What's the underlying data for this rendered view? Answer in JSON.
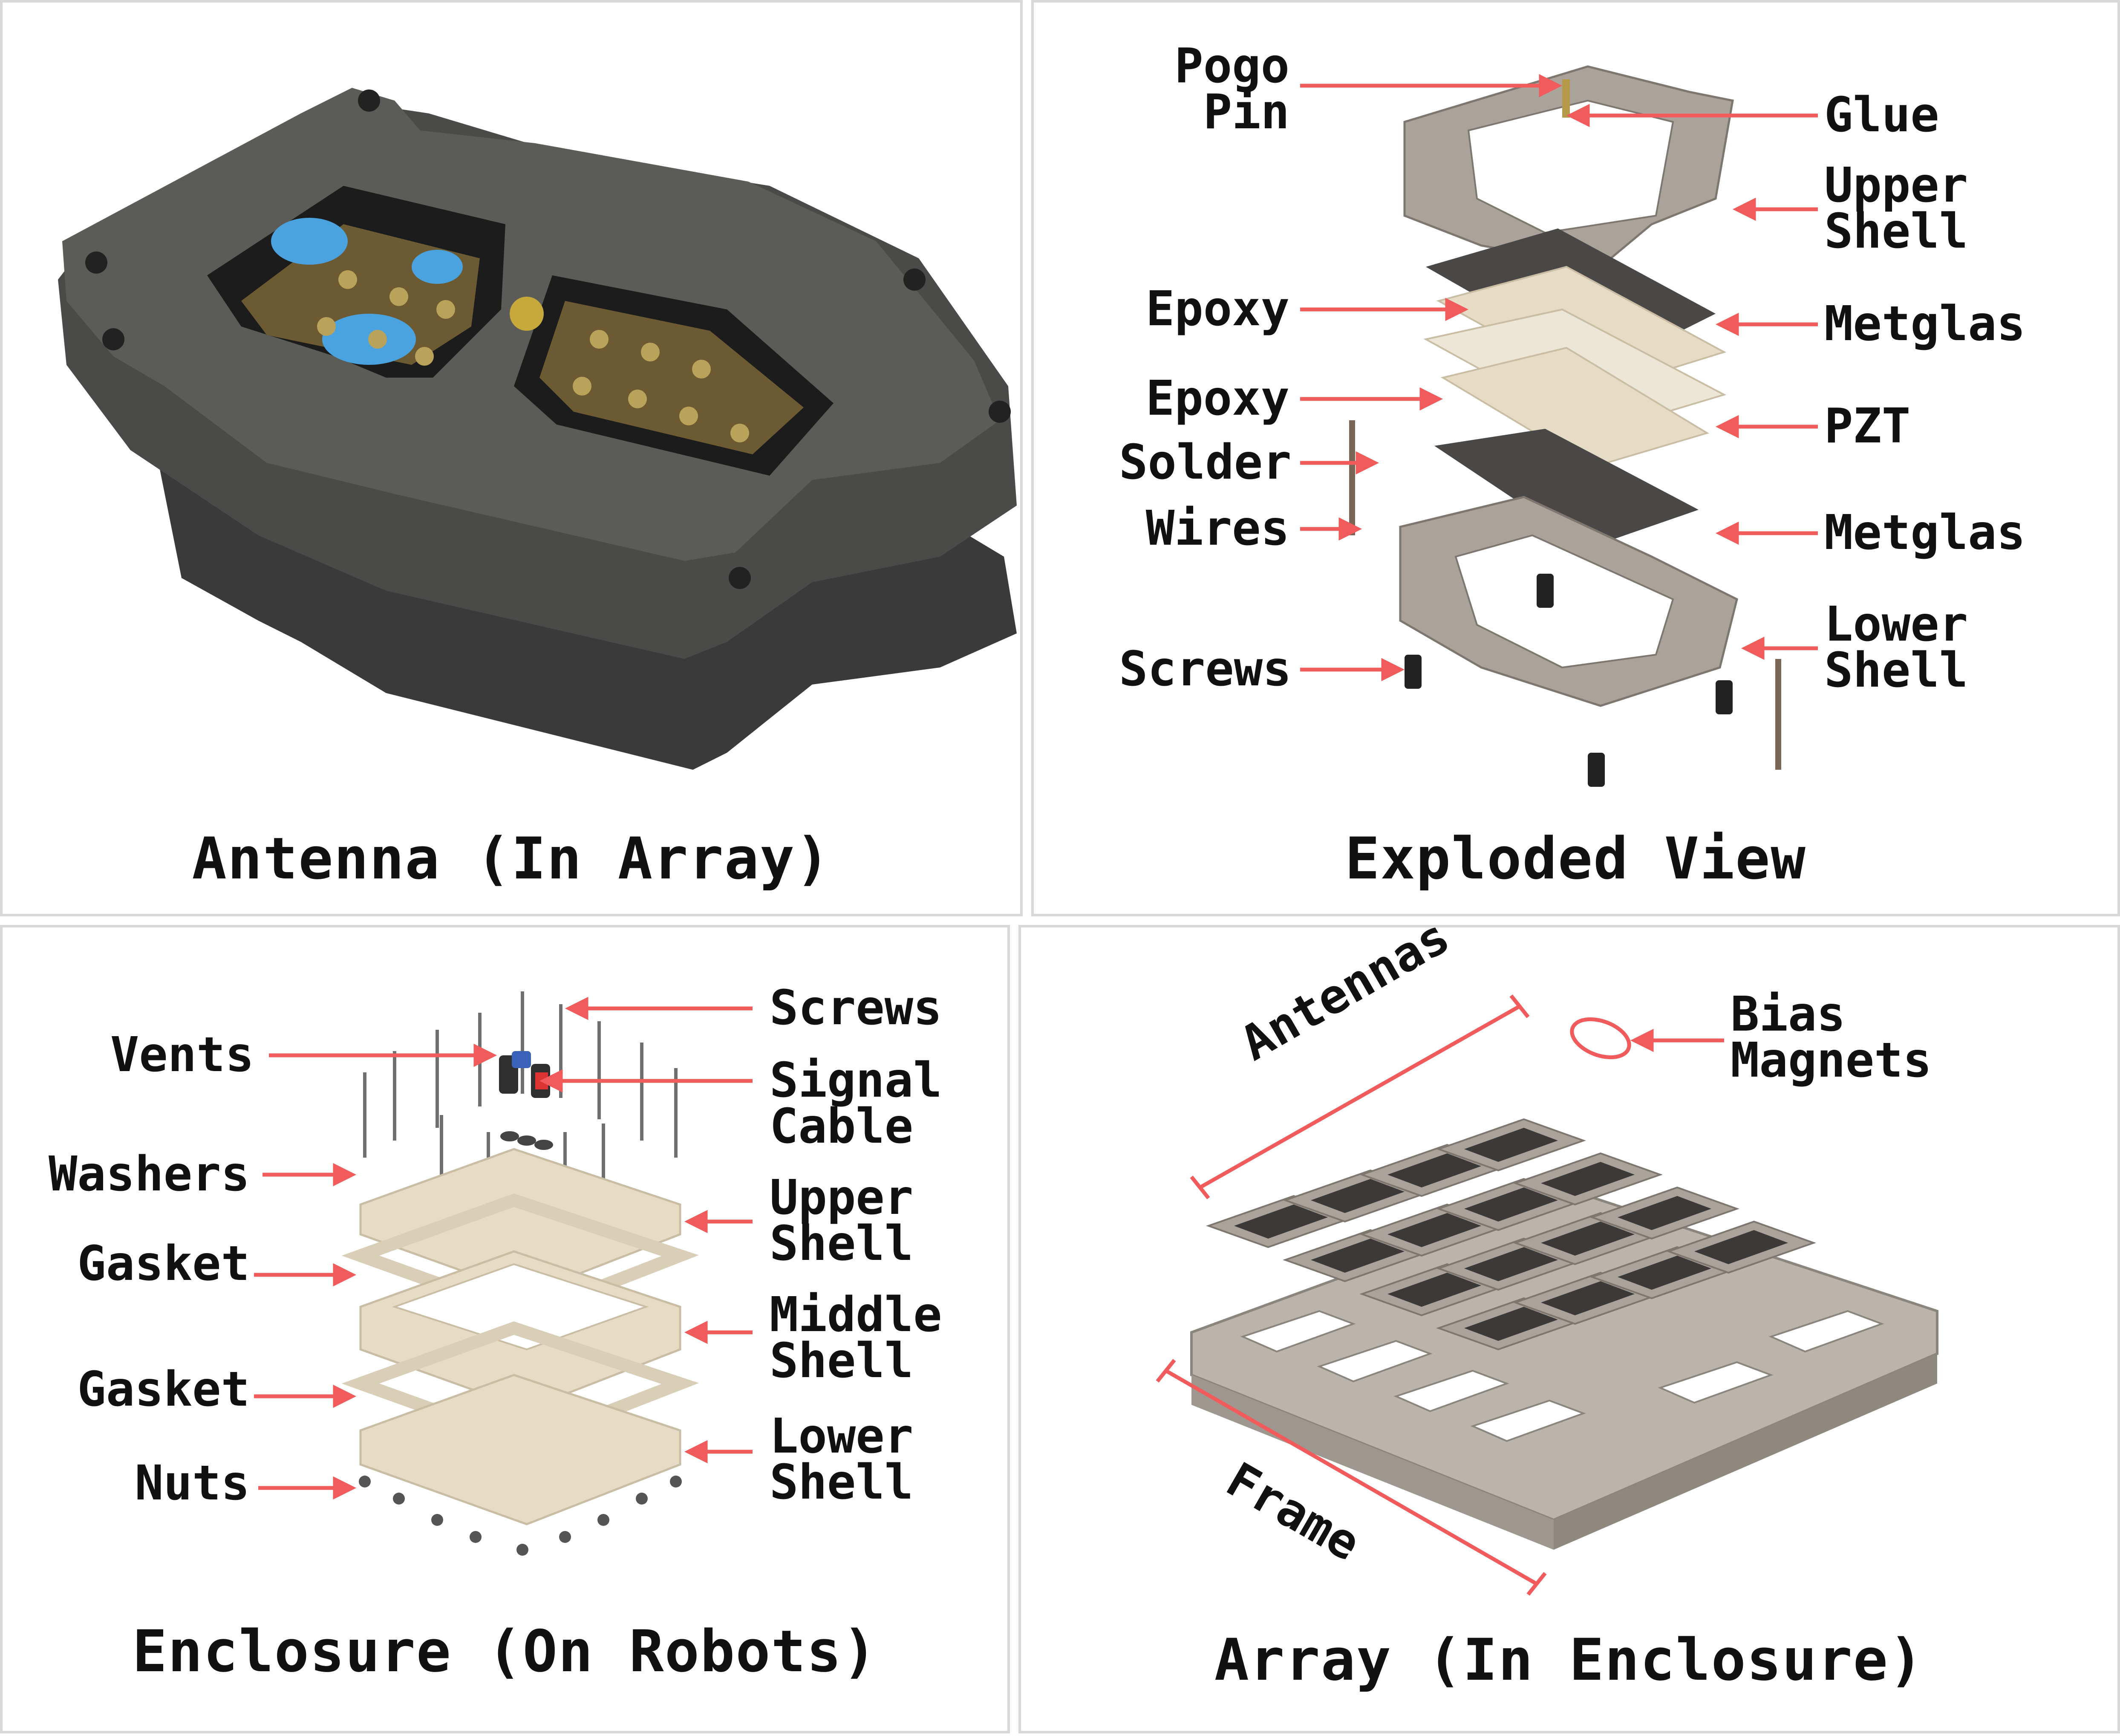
{
  "panels": {
    "antenna": {
      "caption": "Antenna (In Array)"
    },
    "exploded": {
      "caption": "Exploded View",
      "labels": {
        "pogo_pin": [
          "Pogo",
          "Pin"
        ],
        "glue": "Glue",
        "upper_shell": [
          "Upper",
          "Shell"
        ],
        "epoxy_1": "Epoxy",
        "metglas_1": "Metglas",
        "epoxy_2": "Epoxy",
        "pzt": "PZT",
        "solder": "Solder",
        "wires": "Wires",
        "metglas_2": "Metglas",
        "lower_shell": [
          "Lower",
          "Shell"
        ],
        "screws": "Screws"
      }
    },
    "enclosure": {
      "caption": "Enclosure (On Robots)",
      "labels": {
        "screws": "Screws",
        "vents": "Vents",
        "signal_cable": [
          "Signal",
          "Cable"
        ],
        "washers": "Washers",
        "upper_shell": [
          "Upper",
          "Shell"
        ],
        "gasket_1": "Gasket",
        "middle_shell": [
          "Middle",
          "Shell"
        ],
        "gasket_2": "Gasket",
        "lower_shell": [
          "Lower",
          "Shell"
        ],
        "nuts": "Nuts"
      }
    },
    "array": {
      "caption": "Array (In Enclosure)",
      "labels": {
        "antennas": "Antennas",
        "bias_magnets": [
          "Bias",
          "Magnets"
        ],
        "frame": "Frame"
      }
    }
  },
  "colors": {
    "annotation": "#f25b5b",
    "shell_gray": "#a9a39b",
    "plate_beige": "#e6dcc6",
    "metglas_dark": "#4a4846",
    "text": "#111111"
  }
}
